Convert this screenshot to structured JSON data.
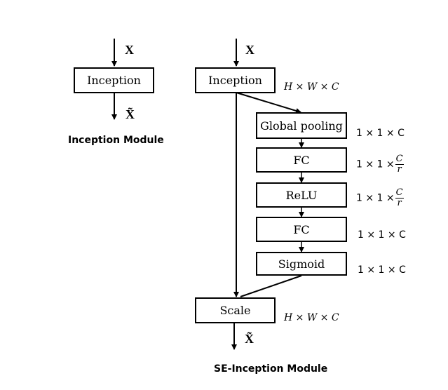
{
  "left_module": {
    "input": "X",
    "block": "Inception",
    "output": "X̃",
    "caption": "Inception Module"
  },
  "se_module": {
    "input": "X",
    "inception": "Inception",
    "blocks": [
      "Global pooling",
      "FC",
      "ReLU",
      "FC",
      "Sigmoid"
    ],
    "scale": "Scale",
    "output": "X̃",
    "caption": "SE-Inception Module"
  },
  "dims": {
    "inception_out": "H × W × C",
    "global_pooling": "1 × 1 × C",
    "fc1_prefix": "1 × 1 ×",
    "fc1_num": "C",
    "fc1_den": "r",
    "relu_prefix": "1 × 1 ×",
    "relu_num": "C",
    "relu_den": "r",
    "fc2": "1 × 1 × C",
    "sigmoid": "1 × 1 × C",
    "scale_out": "H × W × C"
  }
}
